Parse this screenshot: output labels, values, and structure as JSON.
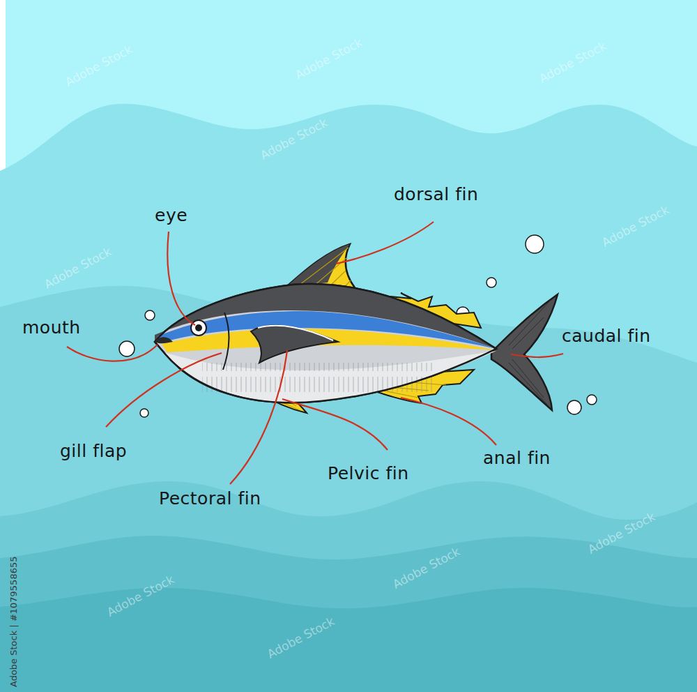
{
  "diagram": {
    "labels": [
      "eye",
      "dorsal fin",
      "mouth",
      "caudal fin",
      "gill flap",
      "Pelvic fin",
      "anal fin",
      "Pectoral fin",
      "Adobe Stock | #1079558655",
      "Adobe Stock",
      "Adobe Stock",
      "Adobe Stock",
      "Adobe Stock",
      "Adobe Stock",
      "Adobe Stock",
      "Adobe Stock",
      "Adobe Stock",
      "Adobe Stock",
      "Adobe Stock"
    ]
  }
}
